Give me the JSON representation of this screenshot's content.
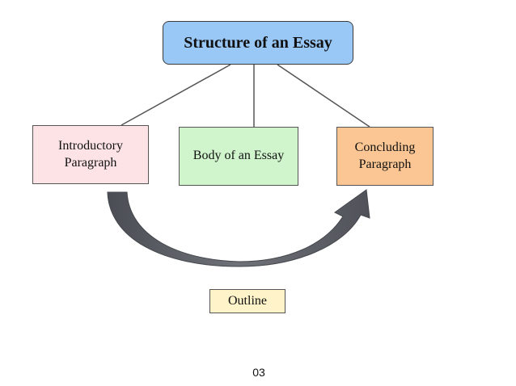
{
  "diagram": {
    "title": "Structure of an Essay",
    "nodes": [
      {
        "label": "Introductory\nParagraph"
      },
      {
        "label": "Body of an Essay"
      },
      {
        "label": "Concluding\nParagraph"
      }
    ],
    "outline_label": "Outline",
    "colors": {
      "title_fill": "#99c7f6",
      "intro_fill": "#fde3e6",
      "body_fill": "#d0f5cd",
      "conclude_fill": "#fbc693",
      "outline_fill": "#fff3c9",
      "arrow": "#5c5f66"
    }
  },
  "page_number": "03"
}
